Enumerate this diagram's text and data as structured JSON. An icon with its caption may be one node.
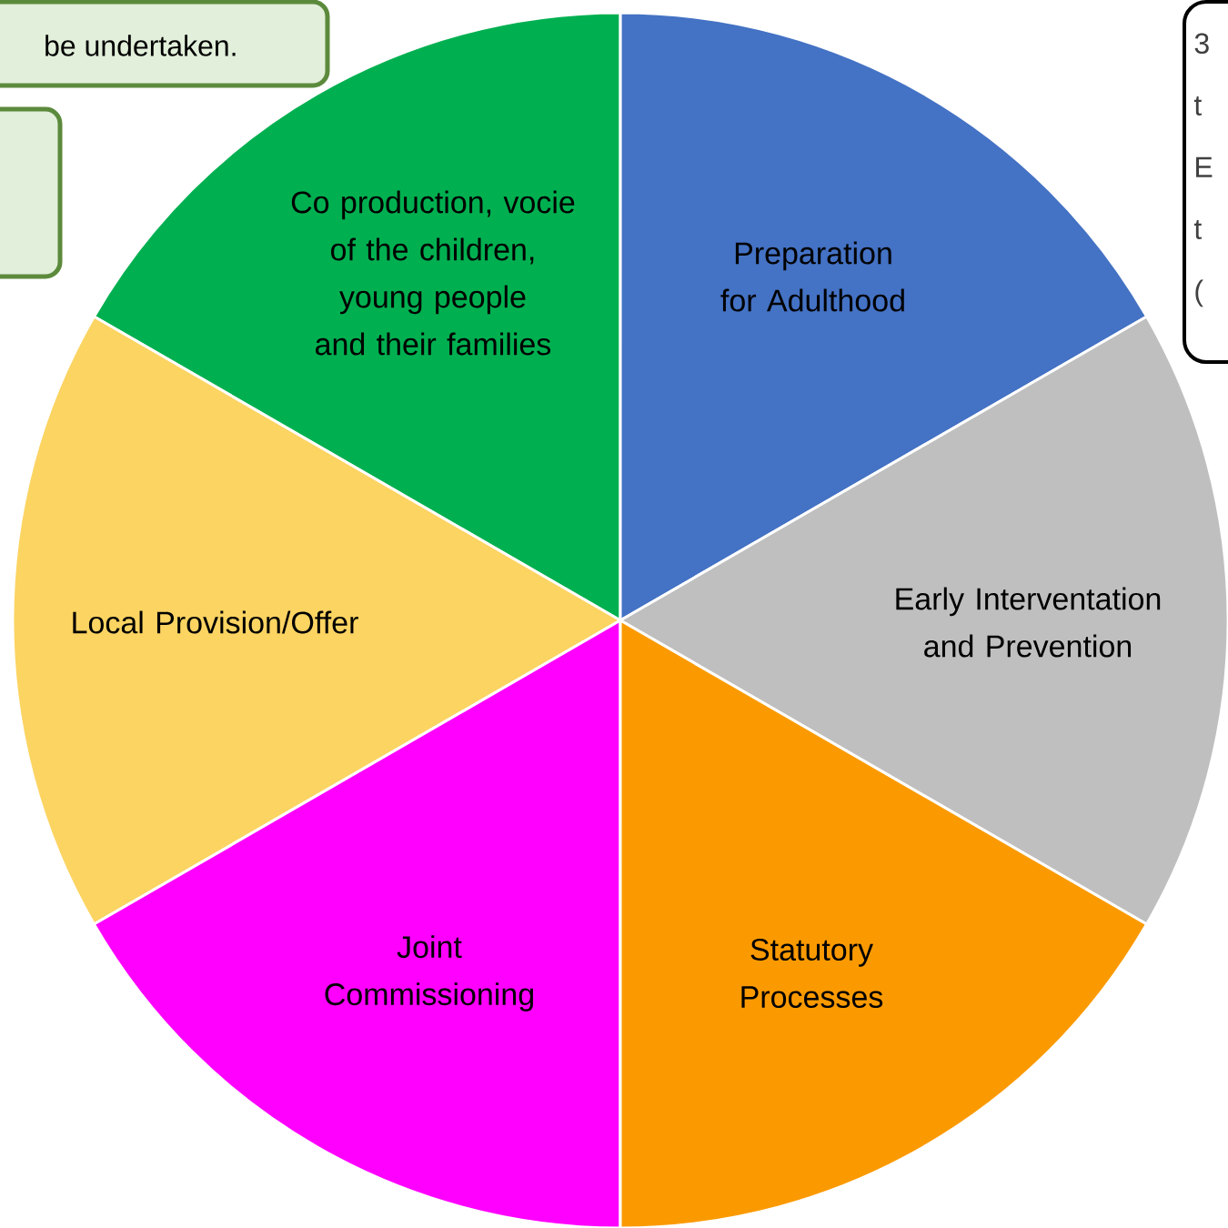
{
  "diagram": {
    "nodes": [
      {
        "text": [
          "be undertaken."
        ]
      },
      {
        "text": [],
        "shape": "box"
      },
      {
        "text": [
          "3 t E t ("
        ]
      },
      {
        "text": [
          "Co production, vocie of the children, young people and their families"
        ]
      },
      {
        "text": [
          "Preparation for Adulthood"
        ]
      },
      {
        "text": [
          "Local Provision/Offer"
        ]
      },
      {
        "text": [
          "Early Interventation and Prevention"
        ]
      },
      {
        "text": [
          "Joint Commissioning"
        ]
      },
      {
        "text": [
          "Statutory Processes"
        ]
      }
    ]
  }
}
